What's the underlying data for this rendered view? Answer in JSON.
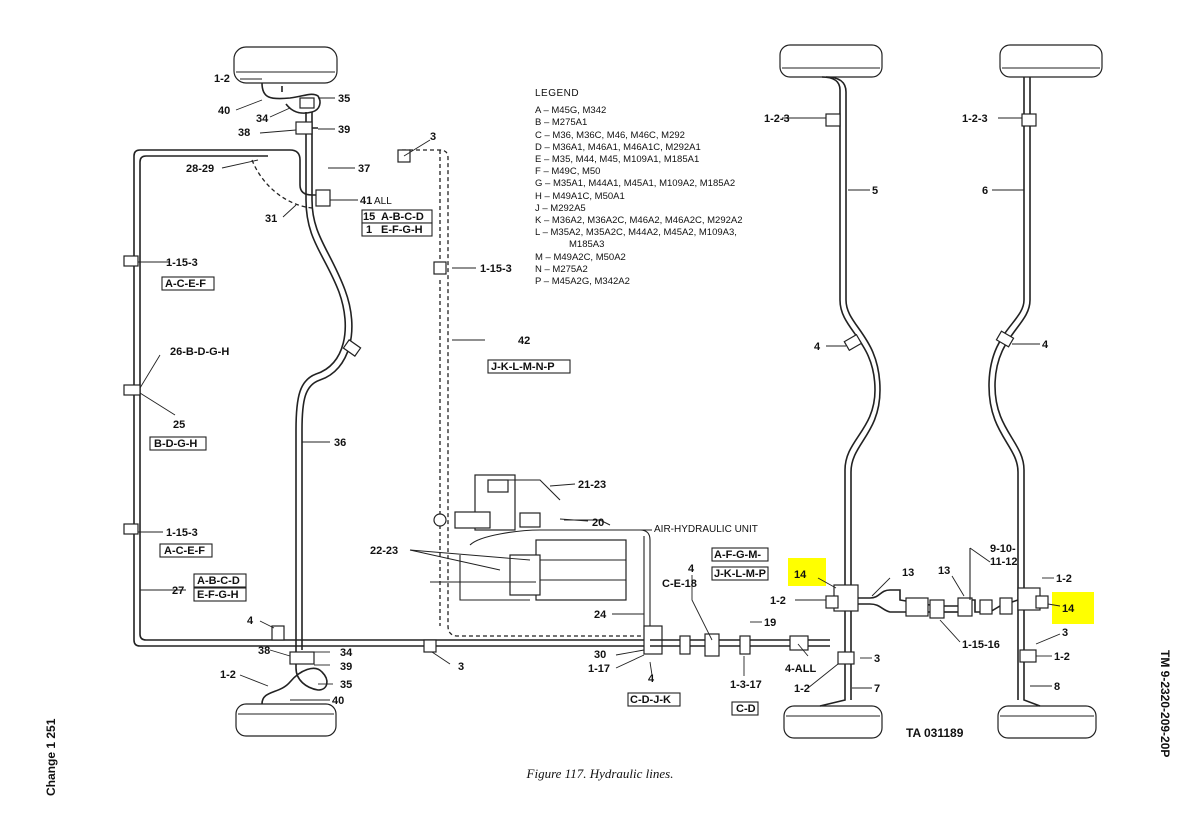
{
  "legend": {
    "title": "LEGEND",
    "entries": [
      "A – M45G, M342",
      "B – M275A1",
      "C – M36, M36C, M46, M46C, M292",
      "D – M36A1, M46A1, M46A1C, M292A1",
      "E – M35, M44, M45, M109A1, M185A1",
      "F – M49C, M50",
      "G – M35A1, M44A1, M45A1, M109A2, M185A2",
      "H – M49A1C, M50A1",
      "J – M292A5",
      "K – M36A2, M36A2C, M46A2, M46A2C, M292A2",
      "L – M35A2, M35A2C, M44A2, M45A2, M109A3,",
      "M185A3",
      "M – M49A2C, M50A2",
      "N – M275A2",
      "P – M45A2G, M342A2"
    ]
  },
  "callouts": {
    "c1_2_tl": "1-2",
    "c40_t": "40",
    "c34_t": "34",
    "c35_t": "35",
    "c38_t": "38",
    "c39_t": "39",
    "c3_t": "3",
    "c28_29": "28-29",
    "c37": "37",
    "c41": "41",
    "c41_all": "ALL",
    "c31": "31",
    "c15": "15",
    "c15_codes": "A-B-C-D",
    "c1": "1",
    "c1_codes": "E-F-G-H",
    "c1_15_3_a": "1-15-3",
    "c1_15_3_a_codes": "A-C-E-F",
    "c1_15_3_mid": "1-15-3",
    "c26": "26-B-D-G-H",
    "c25": "25",
    "c25_codes": "B-D-G-H",
    "c42": "42",
    "c42_codes": "J-K-L-M-N-P",
    "c36": "36",
    "c1_15_3_b": "1-15-3",
    "c1_15_3_b_codes": "A-C-E-F",
    "c27": "27",
    "c27_codes_1": "A-B-C-D",
    "c27_codes_2": "E-F-G-H",
    "c4_bl": "4",
    "c38_b": "38",
    "c34_b": "34",
    "c39_b": "39",
    "c1_2_bl": "1-2",
    "c35_b": "35",
    "c40_b": "40",
    "c3_b": "3",
    "c21_23": "21-23",
    "c20": "20",
    "air_hydraulic": "AIR-HYDRAULIC UNIT",
    "c22_23": "22-23",
    "c24": "24",
    "c30": "30",
    "c1_17": "1-17",
    "c4_cdjk": "4",
    "cdjk_codes": "C-D-J-K",
    "c4_ce18": "4",
    "ce18": "C-E-18",
    "afgm_codes_1": "A-F-G-M-",
    "afgm_codes_2": "J-K-L-M-P",
    "c19": "19",
    "c1_3_17": "1-3-17",
    "cd_codes": "C-D",
    "c4_all": "4-ALL",
    "c1_2_3_m": "1-2-3",
    "c5": "5",
    "c4_m": "4",
    "c14_m": "14",
    "c1_2_m": "1-2",
    "c13_a": "13",
    "c3_m": "3",
    "c1_2_mb": "1-2",
    "c7": "7",
    "c1_2_3_r": "1-2-3",
    "c6": "6",
    "c4_r": "4",
    "c9_10": "9-10-",
    "c11_12": "11-12",
    "c13_b": "13",
    "c1_2_r": "1-2",
    "c14_r": "14",
    "c1_15_16": "1-15-16",
    "c3_r": "3",
    "c1_2_rb": "1-2",
    "c8": "8"
  },
  "caption": "Figure 117. Hydraulic lines.",
  "ta_number": "TA 031189",
  "tm_number": "TM  9-2320-209-20P",
  "change_note": "Change 1  251",
  "highlight_color": "#ffff00"
}
